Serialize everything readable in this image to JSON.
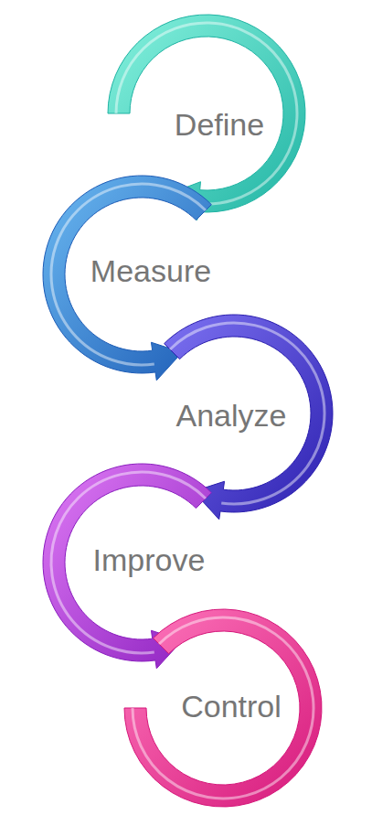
{
  "diagram": {
    "nodes": [
      {
        "text": [
          "Define"
        ]
      },
      {
        "text": [
          "Measure"
        ]
      },
      {
        "text": [
          "Analyze"
        ]
      },
      {
        "text": [
          "Improve"
        ]
      },
      {
        "text": [
          "Control"
        ]
      }
    ]
  }
}
